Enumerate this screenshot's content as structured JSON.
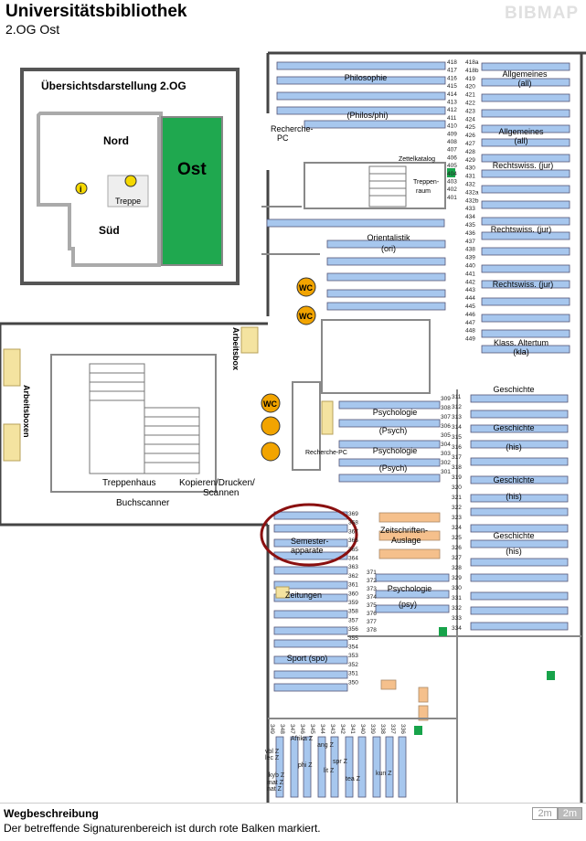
{
  "header": {
    "title": "Universitätsbibliothek",
    "floor": "2.OG Ost",
    "brand": "BIBMAP"
  },
  "overview": {
    "title": "Übersichtsdarstellung 2.OG",
    "north": "Nord",
    "east": "Ost",
    "south": "Süd",
    "stairs": "Treppe",
    "highlight_color": "#1fa84f"
  },
  "labels": {
    "recherche_pc": [
      "Recherche-",
      "PC"
    ],
    "zettelkatalog": "Zettelkatalog",
    "treppenraum": [
      "Treppen-",
      "raum"
    ],
    "arbeitsbox": "Arbeitsbox",
    "arbeitsboxen": "Arbeitsboxen",
    "treppenhaus": "Treppenhaus",
    "kopieren": [
      "Kopieren/Drucken/",
      "Scannen"
    ],
    "buchscanner": "Buchscanner",
    "recherche_pc2": "Recherche-PC",
    "semesterapparate": [
      "Semester-",
      "apparate"
    ],
    "zeitschriften": [
      "Zeitschriften-",
      "Auslage"
    ],
    "zeitungen": "Zeitungen",
    "wc": "WC"
  },
  "subjects": [
    {
      "text": "Philosophie"
    },
    {
      "text": "(Philos/phi)"
    },
    {
      "text": "Allgemeines"
    },
    {
      "text": "(all)"
    },
    {
      "text": "Allgemeines"
    },
    {
      "text": "(all)"
    },
    {
      "text": "Rechtswiss. (jur)"
    },
    {
      "text": "Rechtswiss. (jur)"
    },
    {
      "text": "Rechtswiss. (jur)"
    },
    {
      "text": "Orientalistik"
    },
    {
      "text": "(ori)"
    },
    {
      "text": "Klass. Altertum"
    },
    {
      "text": "(kla)"
    },
    {
      "text": "Psychologie"
    },
    {
      "text": "(Psych)"
    },
    {
      "text": "Psychologie"
    },
    {
      "text": "(Psych)"
    },
    {
      "text": "Geschichte"
    },
    {
      "text": "Geschichte"
    },
    {
      "text": "(his)"
    },
    {
      "text": "Geschichte"
    },
    {
      "text": "(his)"
    },
    {
      "text": "Geschichte"
    },
    {
      "text": "(his)"
    },
    {
      "text": "Psychologie"
    },
    {
      "text": "(psy)"
    },
    {
      "text": "Sport (spo)"
    }
  ],
  "shelf_numbers": {
    "col_phil": [
      "418",
      "417",
      "416",
      "415",
      "414",
      "413",
      "412",
      "411",
      "410",
      "409",
      "408",
      "407",
      "406",
      "405",
      "404",
      "403",
      "402",
      "401"
    ],
    "col_right": [
      "418a",
      "418b",
      "419",
      "420",
      "421",
      "422",
      "423",
      "424",
      "425",
      "426",
      "427",
      "428",
      "429",
      "430",
      "431",
      "432",
      "432a",
      "432b",
      "433",
      "434",
      "435",
      "436",
      "437",
      "438",
      "439",
      "440",
      "441",
      "442",
      "443",
      "444",
      "445",
      "446",
      "447",
      "448",
      "449"
    ],
    "col_psych": [
      "309",
      "308",
      "307",
      "306",
      "305",
      "304",
      "303",
      "302",
      "301"
    ],
    "col_gesch": [
      "311",
      "312",
      "313",
      "314",
      "315",
      "316",
      "317",
      "318",
      "319",
      "320",
      "321",
      "322",
      "323",
      "324",
      "325",
      "326",
      "327",
      "328",
      "329",
      "330",
      "331",
      "332",
      "333",
      "334"
    ],
    "col_sem": [
      "369",
      "368",
      "367",
      "366",
      "365",
      "364",
      "363",
      "362",
      "361",
      "360",
      "359",
      "358",
      "357",
      "356",
      "355",
      "354",
      "353",
      "352",
      "351",
      "350"
    ],
    "col_mid": [
      "371",
      "372",
      "373",
      "374",
      "375",
      "376",
      "377",
      "378"
    ],
    "col_bottom": [
      "349",
      "348",
      "347",
      "346",
      "345",
      "344",
      "343",
      "342",
      "341",
      "340",
      "339",
      "338",
      "337",
      "336"
    ],
    "bottom_labels": [
      "Afrika Z",
      "ang Z",
      "vbl Z",
      "lec Z",
      "phi Z",
      "spr Z",
      "lit Z",
      "kyb Z",
      "mat Z",
      "nat Z",
      "tea Z",
      "kun Z"
    ]
  },
  "footer": {
    "title": "Wegbeschreibung",
    "text": "Der betreffende Signaturenbereich ist durch rote Balken markiert.",
    "scale_a": "2m",
    "scale_b": "2m"
  }
}
